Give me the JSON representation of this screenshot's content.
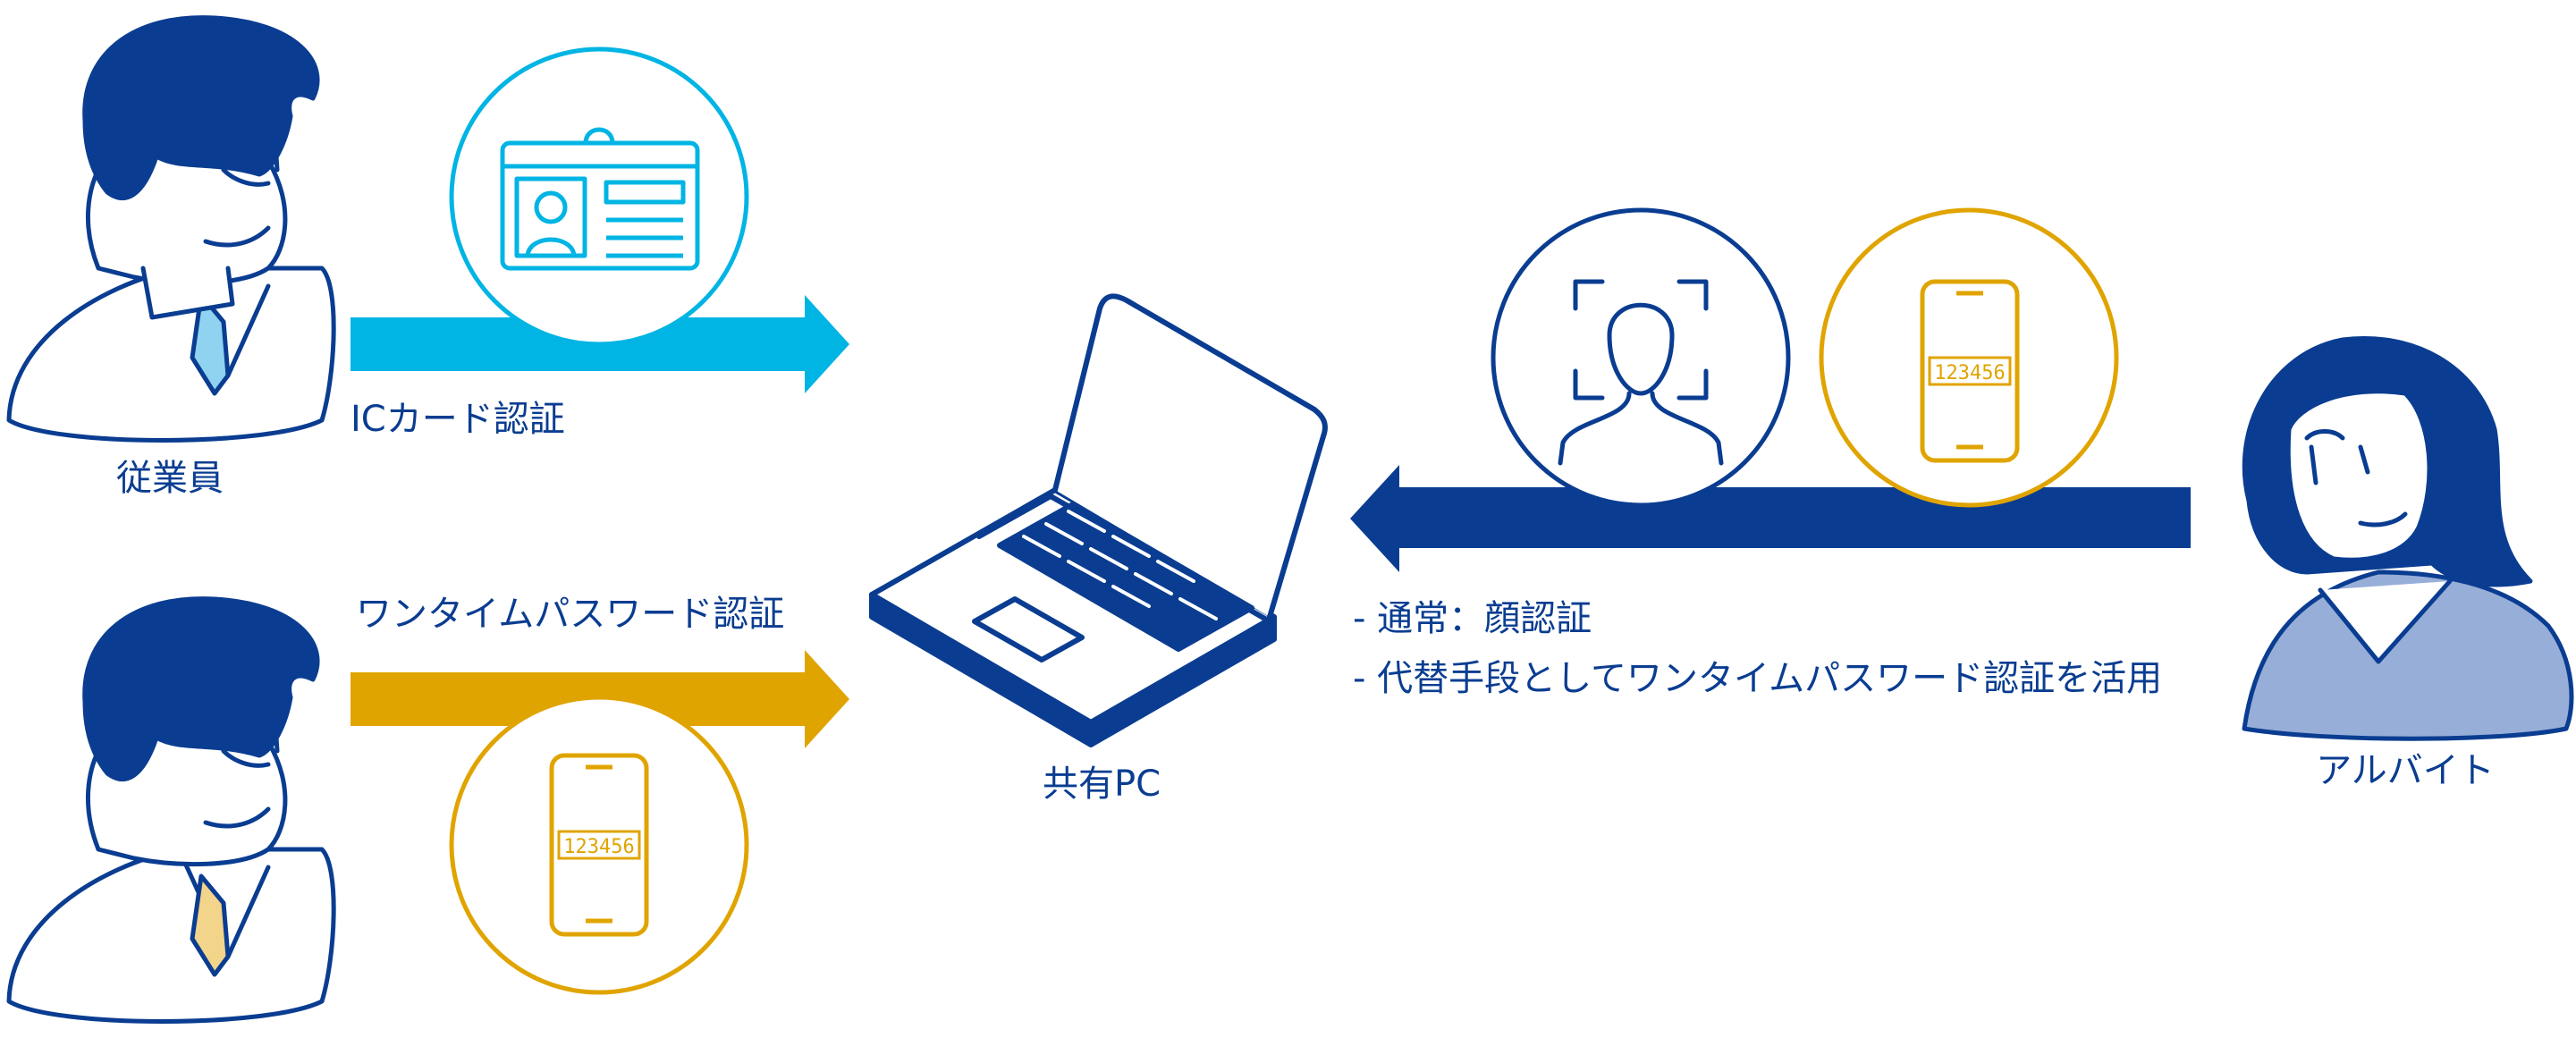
{
  "colors": {
    "navy": "#0a3d91",
    "cyan": "#00b4e4",
    "gold": "#e0a400",
    "tie_blue": "#8fd3f0",
    "tie_gold": "#f2d48a",
    "shirt_blue": "#97aed8"
  },
  "actors": {
    "employee": "従業員",
    "parttimer": "アルバイト"
  },
  "device": {
    "label": "共有PC"
  },
  "flows": {
    "ic_card": "ICカード認証",
    "otp": "ワンタイムパスワード認証",
    "parttimer_notes": [
      "-  通常：顔認証",
      "-  代替手段としてワンタイムパスワード認証を活用"
    ]
  },
  "icons": {
    "otp_code": "123456",
    "icon_names": [
      "id-card-icon",
      "smartphone-otp-icon",
      "face-recognition-icon",
      "laptop-icon"
    ]
  }
}
